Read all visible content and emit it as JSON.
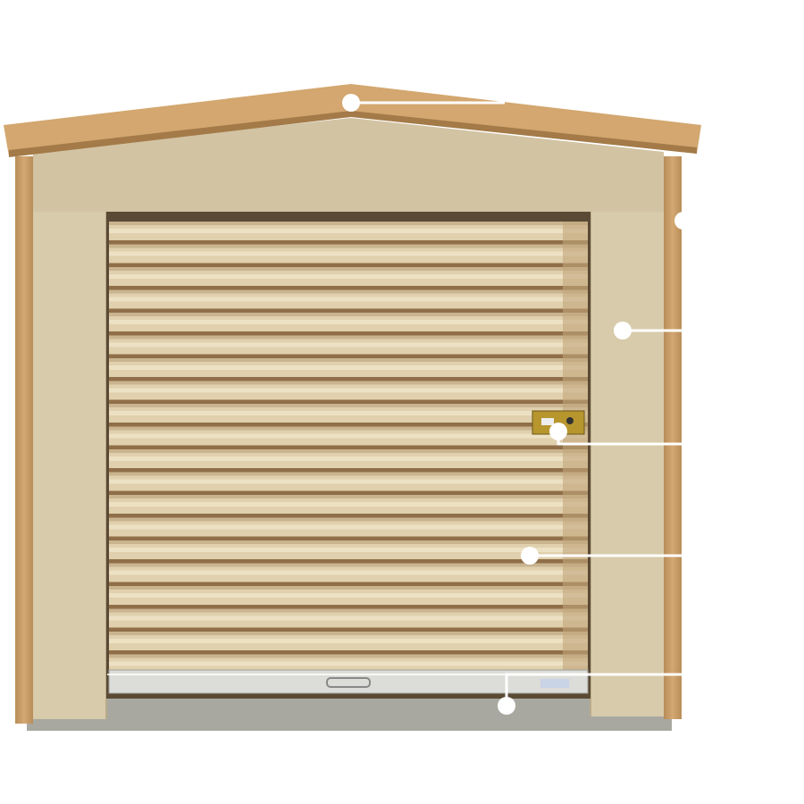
{
  "colors": {
    "roof": "#d2a66e",
    "roof_edge": "#a9814f",
    "panel": "#d4c5a5",
    "trim": "#c9a06a",
    "door_slat": "#e2d3b0",
    "door_groove": "#9c7a52",
    "hotspot": "#ffffff",
    "floor": "#a9a9a2"
  },
  "hotspots": [
    {
      "name": "roof-hotspot"
    },
    {
      "name": "corner-trim-hotspot"
    },
    {
      "name": "side-panel-hotspot"
    },
    {
      "name": "door-latch-hotspot"
    },
    {
      "name": "roll-up-door-hotspot"
    },
    {
      "name": "bottom-bar-hotspot"
    }
  ]
}
